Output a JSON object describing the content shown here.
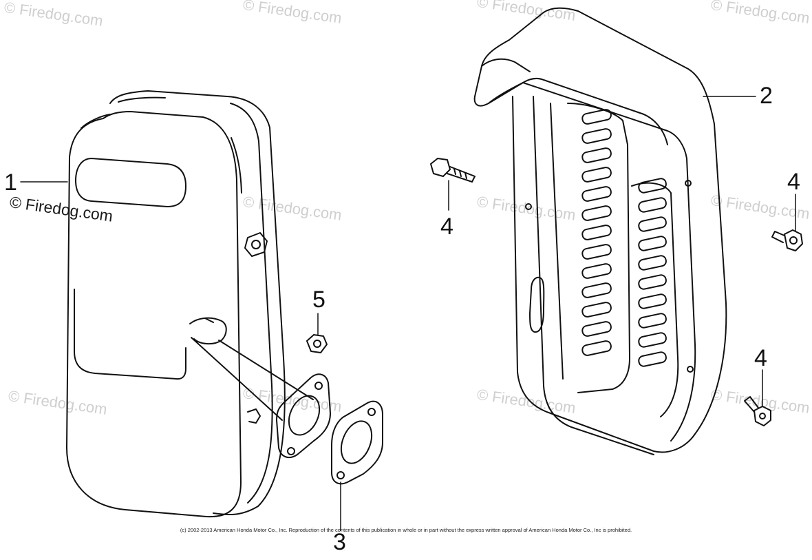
{
  "callouts": {
    "muffler": "1",
    "protector": "2",
    "gasket": "3",
    "bolt_a": "4",
    "bolt_b": "4",
    "bolt_c": "4",
    "nut": "5"
  },
  "watermark_text": "© Firedog.com",
  "copyright_text": "(c) 2002-2013 American Honda Motor Co., Inc. Reproduction of the contents of this publication in whole or in part without the express written approval of American Honda Motor Co., Inc is prohibited.",
  "colors": {
    "line": "#111111",
    "watermark": "#cfcfcf",
    "background": "#ffffff"
  }
}
